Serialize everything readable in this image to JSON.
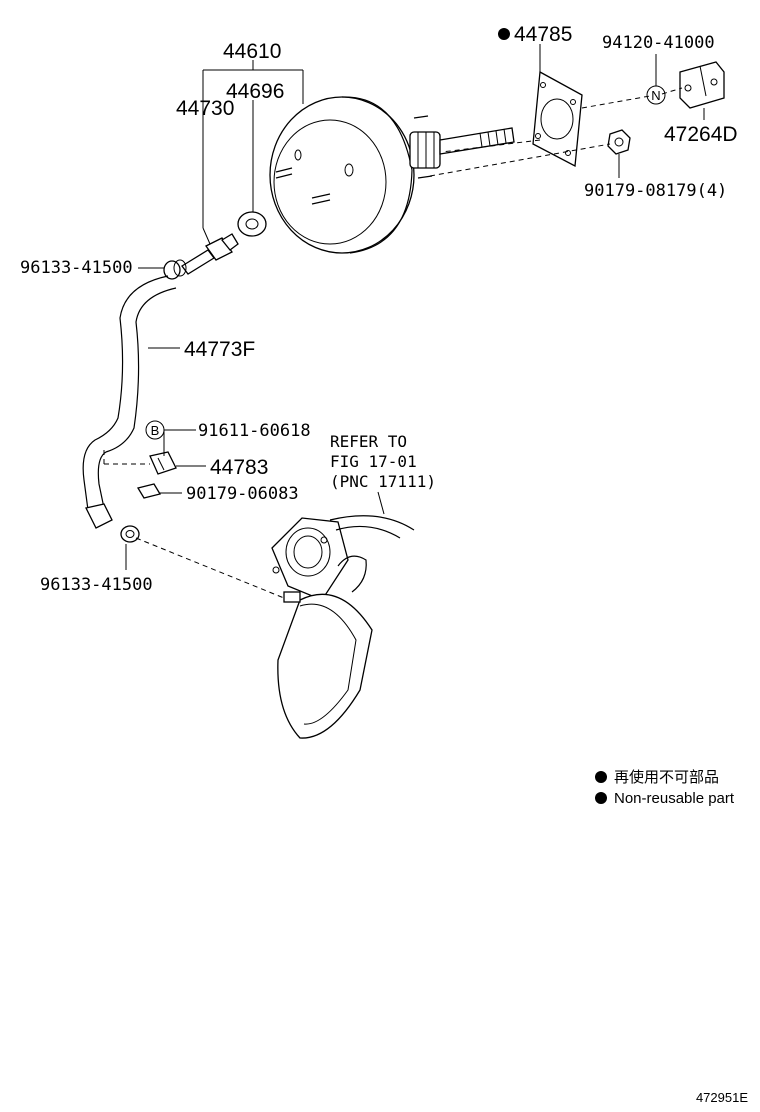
{
  "labels": {
    "p44610": "44610",
    "p44696": "44696",
    "p44730": "44730",
    "p44785": "44785",
    "p94120": "94120-41000",
    "p47264d": "47264D",
    "p90179_08179": "90179-08179(4)",
    "p96133_top": "96133-41500",
    "p44773f": "44773F",
    "p91611": "91611-60618",
    "p44783": "44783",
    "p90179_06083": "90179-06083",
    "p96133_bottom": "96133-41500"
  },
  "markers": {
    "n_marker": "N",
    "b_marker": "B"
  },
  "refer_note": {
    "line1": "REFER TO",
    "line2": "FIG 17-01",
    "line3": "(PNC 17111)"
  },
  "legend": {
    "japanese": "再使用不可部品",
    "english": "Non-reusable part"
  },
  "figure_number": "472951E"
}
